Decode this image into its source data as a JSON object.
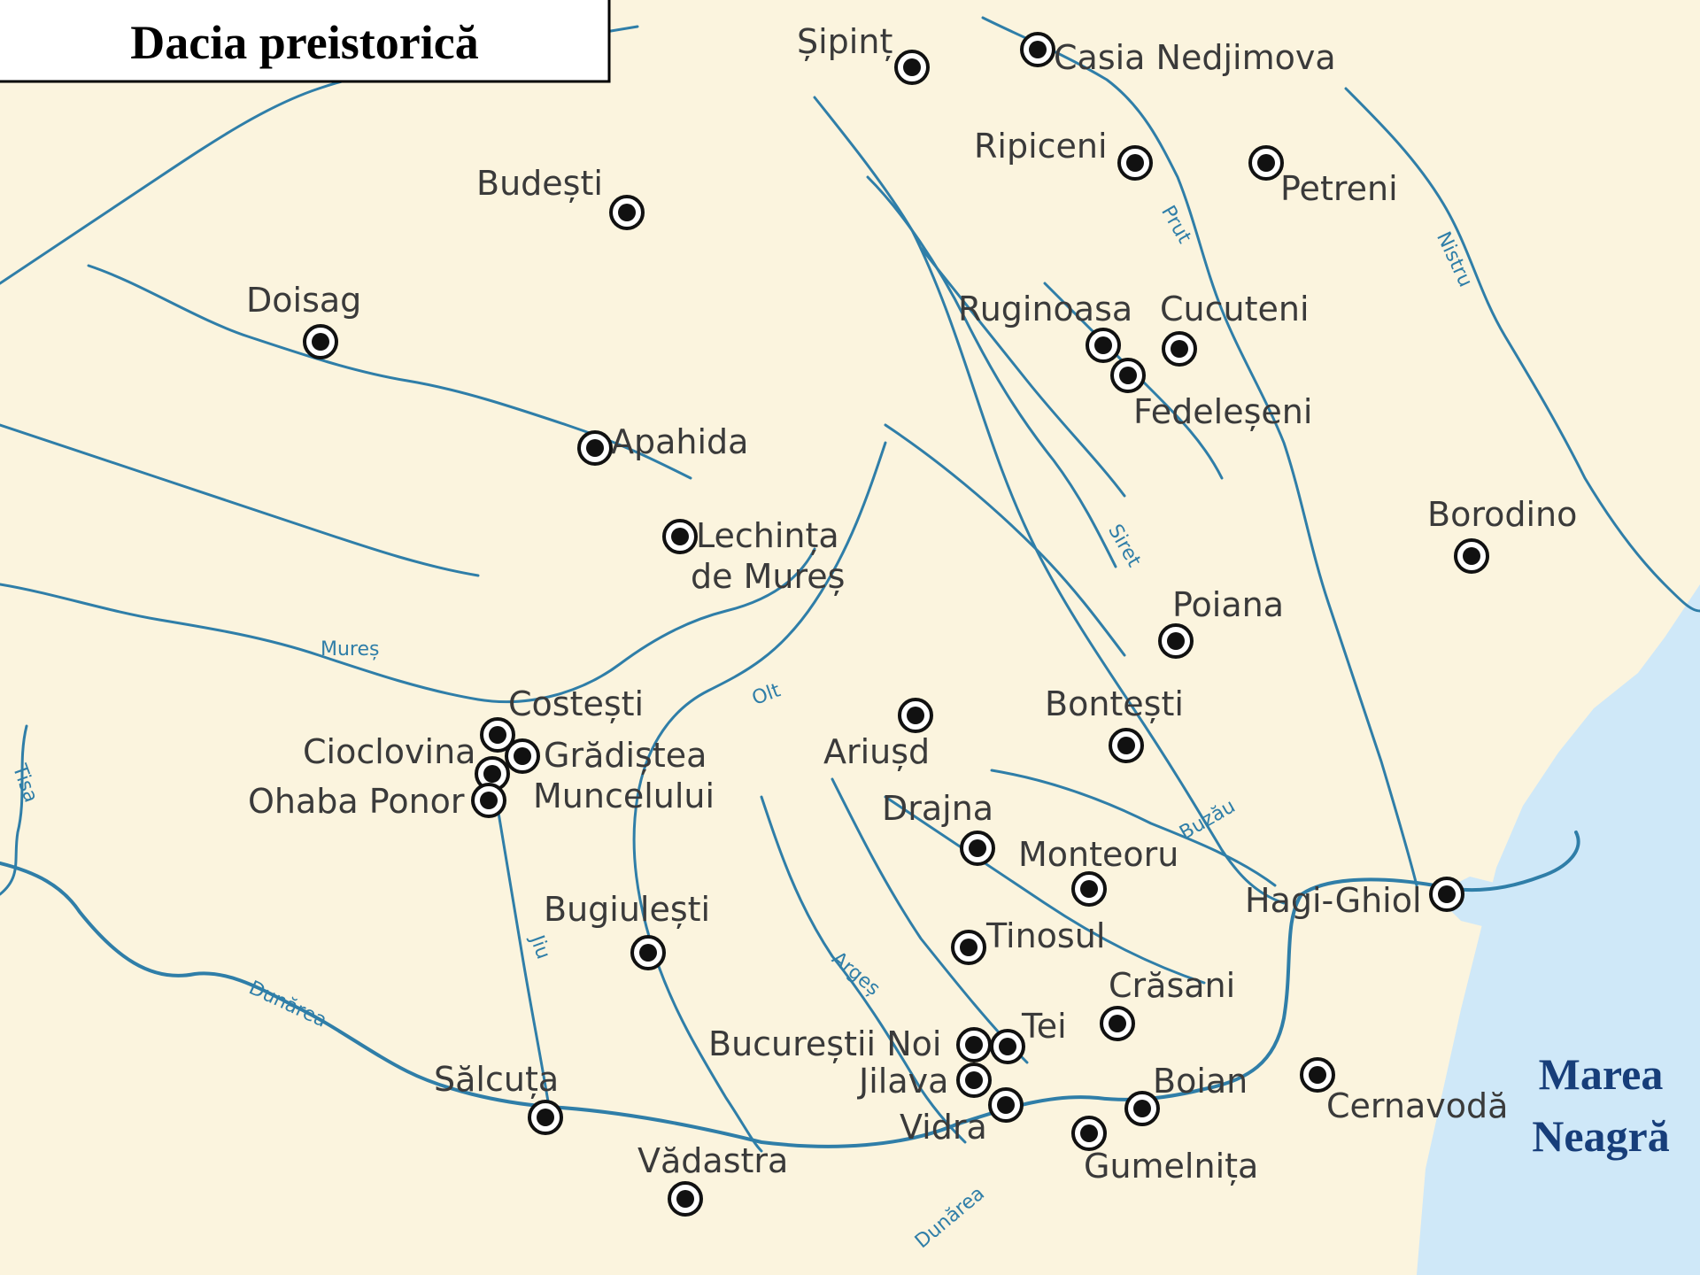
{
  "title": "Dacia preistorică",
  "sea_label": [
    "Marea",
    "Neagră"
  ],
  "colors": {
    "land": "#fbf4de",
    "sea": "#cfe8f8",
    "river": "#2f7ea8",
    "marker": "#111111",
    "sea_text": "#173e7a"
  },
  "rivers": [
    {
      "id": "prut",
      "label": "Prut"
    },
    {
      "id": "nistru",
      "label": "Nistru"
    },
    {
      "id": "siret",
      "label": "Siret"
    },
    {
      "id": "mures",
      "label": "Mureș"
    },
    {
      "id": "olt",
      "label": "Olt"
    },
    {
      "id": "tisa",
      "label": "Tisa"
    },
    {
      "id": "buzau",
      "label": "Buzău"
    },
    {
      "id": "jiu",
      "label": "Jiu"
    },
    {
      "id": "arges",
      "label": "Argeș"
    },
    {
      "id": "dunarea-west",
      "label": "Dunărea"
    },
    {
      "id": "dunarea-south",
      "label": "Dunărea"
    }
  ],
  "sites": [
    {
      "id": "sipint",
      "label": "Șipinț"
    },
    {
      "id": "casia-nedjimova",
      "label": "Casia Nedjimova"
    },
    {
      "id": "ripiceni",
      "label": "Ripiceni"
    },
    {
      "id": "petreni",
      "label": "Petreni"
    },
    {
      "id": "budesti",
      "label": "Budești"
    },
    {
      "id": "doisag",
      "label": "Doisag"
    },
    {
      "id": "ruginoasa",
      "label": "Ruginoasa"
    },
    {
      "id": "cucuteni",
      "label": "Cucuteni"
    },
    {
      "id": "fedeleseni",
      "label": "Fedeleșeni"
    },
    {
      "id": "apahida",
      "label": "Apahida"
    },
    {
      "id": "lechinta-de-mures",
      "label": [
        "Lechința",
        "de Mureș"
      ]
    },
    {
      "id": "borodino",
      "label": "Borodino"
    },
    {
      "id": "poiana",
      "label": "Poiana"
    },
    {
      "id": "costesti",
      "label": "Costești"
    },
    {
      "id": "cioclovina",
      "label": "Cioclovina"
    },
    {
      "id": "gradistea-muncelului",
      "label": [
        "Grădiștea",
        "Muncelului"
      ]
    },
    {
      "id": "ohaba-ponor",
      "label": "Ohaba Ponor"
    },
    {
      "id": "ariusd",
      "label": "Ariușd"
    },
    {
      "id": "bontesti",
      "label": "Bontești"
    },
    {
      "id": "drajna",
      "label": "Drajna"
    },
    {
      "id": "monteoru",
      "label": "Monteoru"
    },
    {
      "id": "hagi-ghiol",
      "label": "Hagi-Ghiol"
    },
    {
      "id": "bugiulesti",
      "label": "Bugiulești"
    },
    {
      "id": "tinosul",
      "label": "Tinosul"
    },
    {
      "id": "crasani",
      "label": "Crăsani"
    },
    {
      "id": "bucurestii-noi",
      "label": "Bucureștii Noi"
    },
    {
      "id": "tei",
      "label": "Tei"
    },
    {
      "id": "jilava",
      "label": "Jilava"
    },
    {
      "id": "vidra",
      "label": "Vidra"
    },
    {
      "id": "boian",
      "label": "Boian"
    },
    {
      "id": "cernavoda",
      "label": "Cernavodă"
    },
    {
      "id": "gumelnita",
      "label": "Gumelnița"
    },
    {
      "id": "salcuta",
      "label": "Sălcuța"
    },
    {
      "id": "vadastra",
      "label": "Vădastra"
    }
  ]
}
